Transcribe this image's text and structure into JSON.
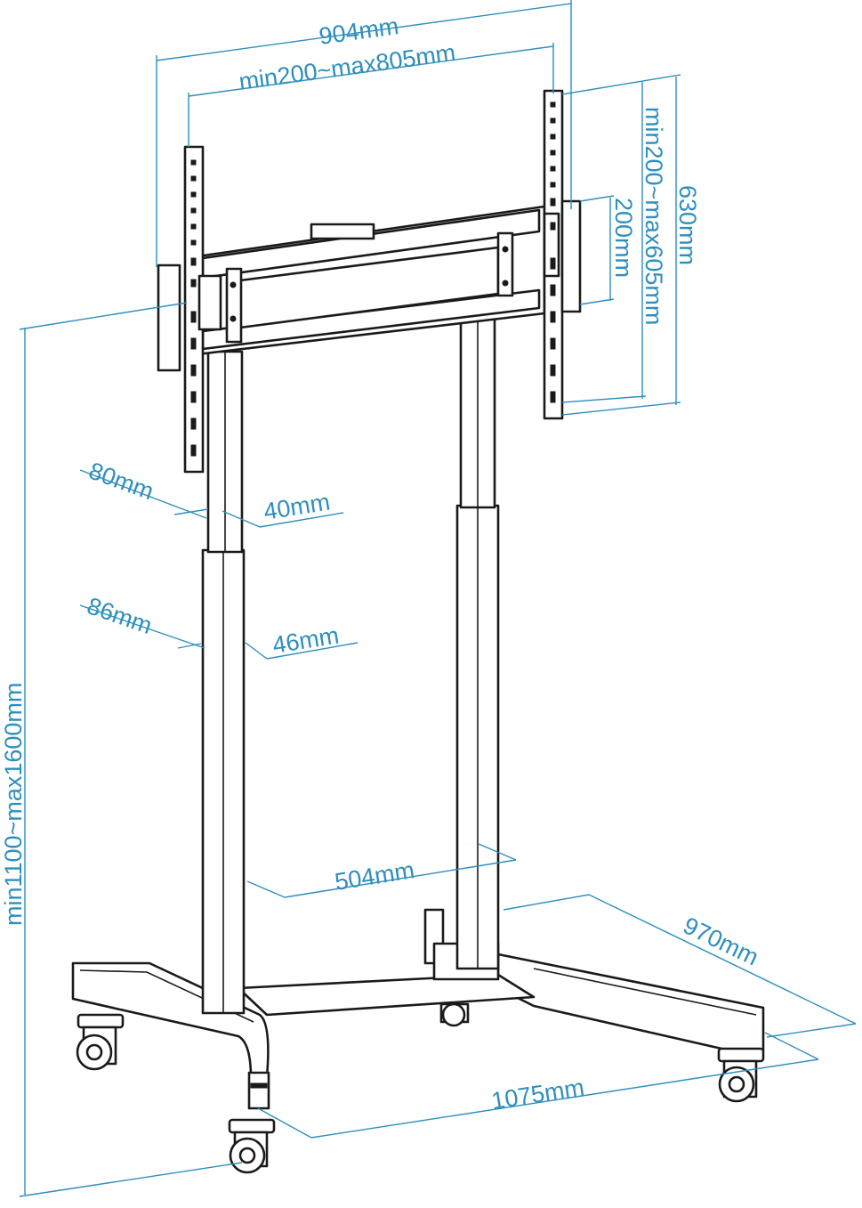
{
  "colors": {
    "dimension": "#2e8fbd",
    "line": "#1a1a1a",
    "background": "#ffffff"
  },
  "dimensions": {
    "overall_width": "904mm",
    "vesa_horizontal": "min200~max805mm",
    "overall_height": "630mm",
    "vesa_vertical": "min200~max605mm",
    "bracket_height": "200mm",
    "upper_column_width": "80mm",
    "upper_column_depth": "40mm",
    "lower_column_width": "86mm",
    "lower_column_depth": "46mm",
    "column_spacing": "504mm",
    "base_depth": "970mm",
    "base_width": "1075mm",
    "stand_height": "min1100~max1600mm"
  }
}
